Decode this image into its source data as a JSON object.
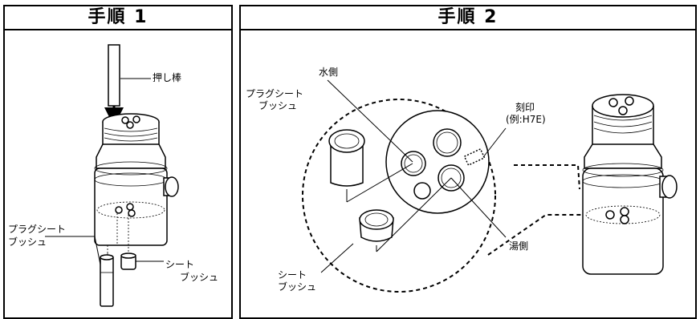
{
  "step1": {
    "title": "手順 1",
    "labels": {
      "push_rod": "押し棒",
      "plug_seat_bush_1": "プラグシート",
      "plug_seat_bush_2": "ブッシュ",
      "seat_bush_1": "シート",
      "seat_bush_2": "ブッシュ"
    }
  },
  "step2": {
    "title": "手順 2",
    "labels": {
      "water_side": "水側",
      "plug_seat_bush_1": "プラグシート",
      "plug_seat_bush_2": "ブッシュ",
      "stamp_1": "刻印",
      "stamp_2": "(例:H7E)",
      "hot_side": "湯側",
      "seat_bush_1": "シート",
      "seat_bush_2": "ブッシュ"
    }
  }
}
